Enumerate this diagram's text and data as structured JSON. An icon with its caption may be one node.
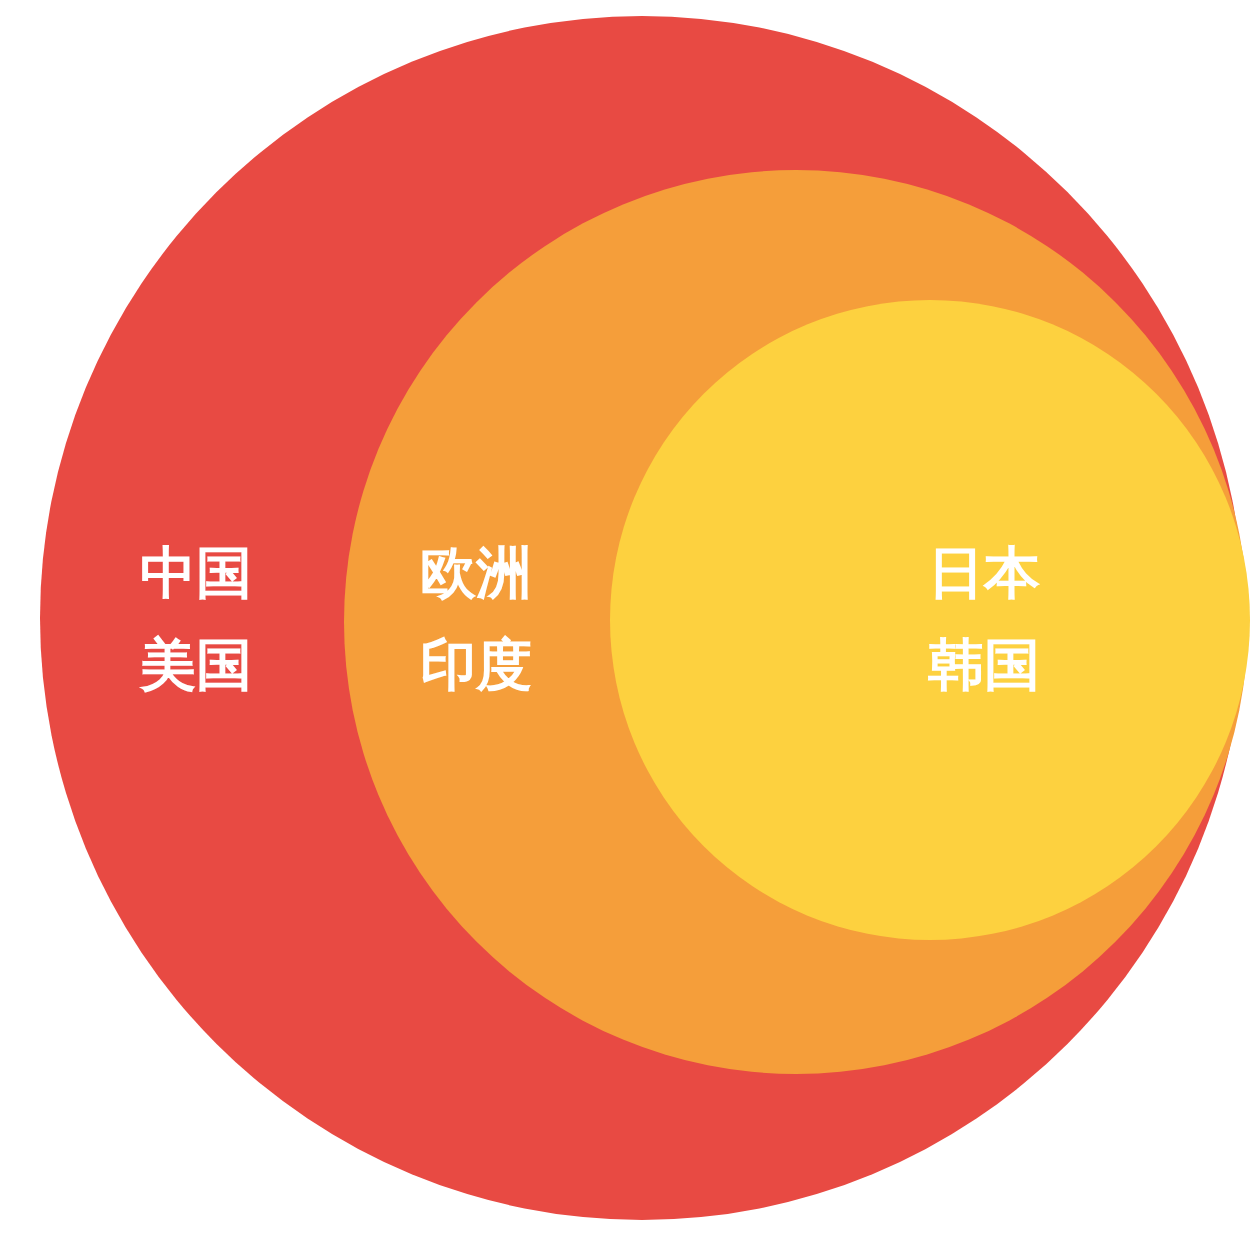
{
  "diagram": {
    "nodes": [
      {
        "text": [
          "中国",
          "美国"
        ]
      },
      {
        "text": [
          "欧洲",
          "印度"
        ],
        "in": 0
      },
      {
        "text": [
          "日本",
          "韩国"
        ],
        "in": 1
      }
    ]
  }
}
